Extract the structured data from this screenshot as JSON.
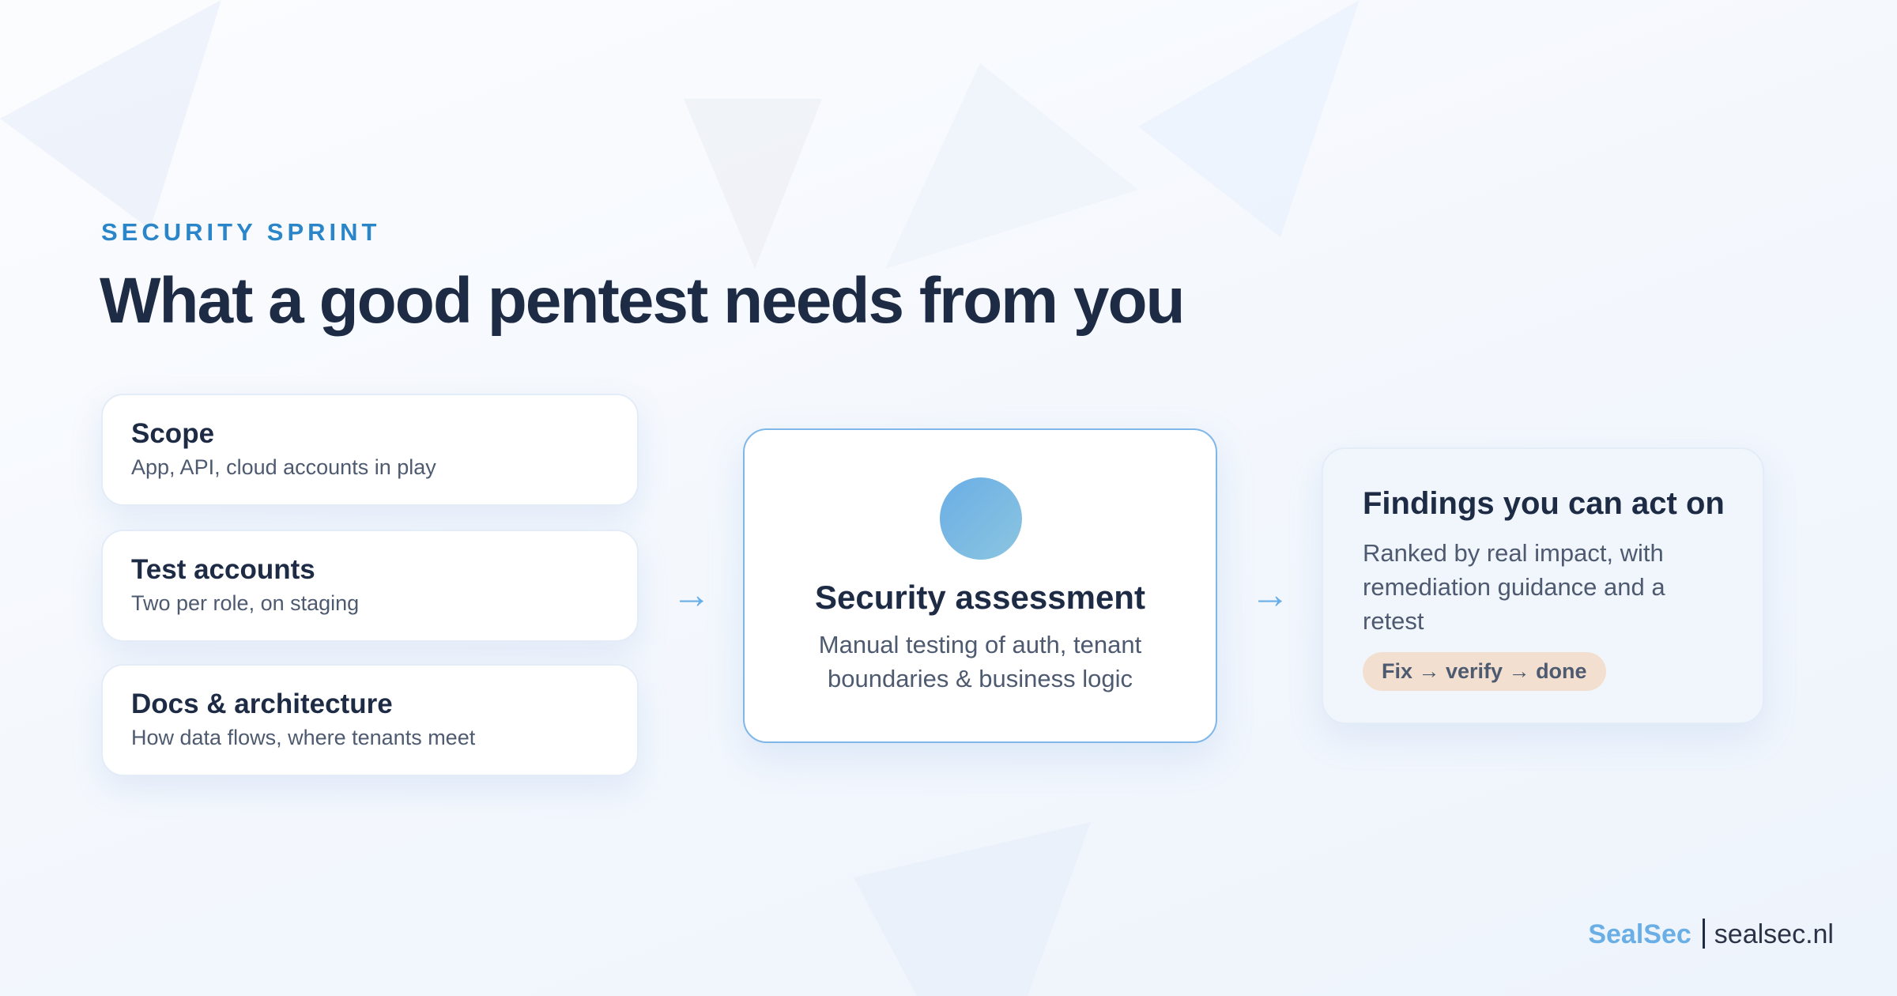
{
  "eyebrow": "SECURITY SPRINT",
  "headline": "What a good pentest needs from you",
  "inputs": [
    {
      "title": "Scope",
      "desc": "App, API, cloud accounts in play"
    },
    {
      "title": "Test accounts",
      "desc": "Two per role, on staging"
    },
    {
      "title": "Docs & architecture",
      "desc": "How data flows, where tenants meet"
    }
  ],
  "arrows": [
    "→",
    "→"
  ],
  "center": {
    "title": "Security assessment",
    "desc": "Manual testing of auth, tenant boundaries & business logic"
  },
  "output": {
    "title": "Findings you can act on",
    "desc": "Ranked by real impact, with remediation guidance and a retest",
    "pill": "Fix → verify → done"
  },
  "footer": {
    "brand": "SealSec",
    "site": "sealsec.nl"
  },
  "colors": {
    "accent": "#2a86c8",
    "arrow": "#6aaee6",
    "heading": "#1e2b45",
    "body": "#4e5a70",
    "pill_bg": "#f2dfcf"
  }
}
